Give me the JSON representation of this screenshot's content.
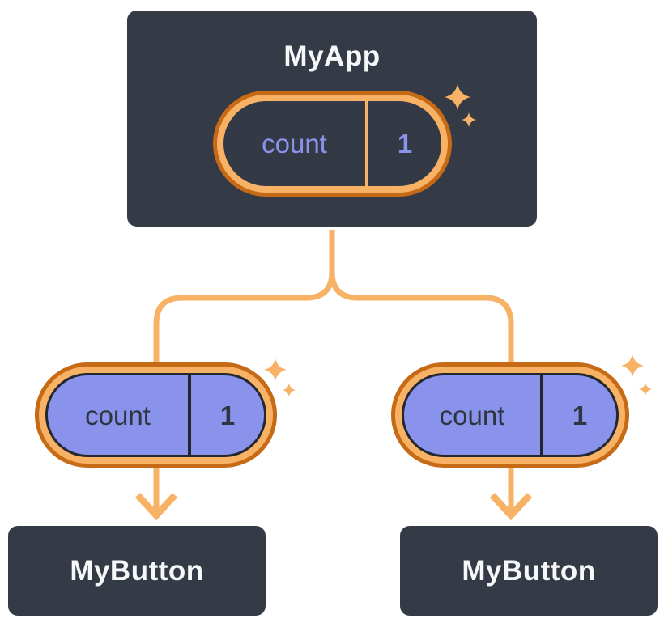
{
  "tree": {
    "root": {
      "title": "MyApp",
      "state_name": "count",
      "state_value": "1"
    },
    "children": [
      {
        "title": "MyButton",
        "state_name": "count",
        "state_value": "1"
      },
      {
        "title": "MyButton",
        "state_name": "count",
        "state_value": "1"
      }
    ]
  },
  "icons": {
    "sparkle": "sparkle-icon",
    "arrow": "arrow-down-icon"
  },
  "colors": {
    "page_background": "#FFFFFF",
    "node_background": "#343A46",
    "node_border": "#FFFFFF",
    "node_text": "#F6F7F9",
    "pill_ring_outer": "#C76A15",
    "pill_ring_inner": "#F8B266",
    "root_pill_fill": "#333A45",
    "root_pill_text": "#8A93EC",
    "child_pill_fill": "#8A93EC",
    "child_pill_outline": "#23272F",
    "child_pill_text": "#2E3540",
    "connector": "#F8B266",
    "sparkle": "#F8B266"
  }
}
